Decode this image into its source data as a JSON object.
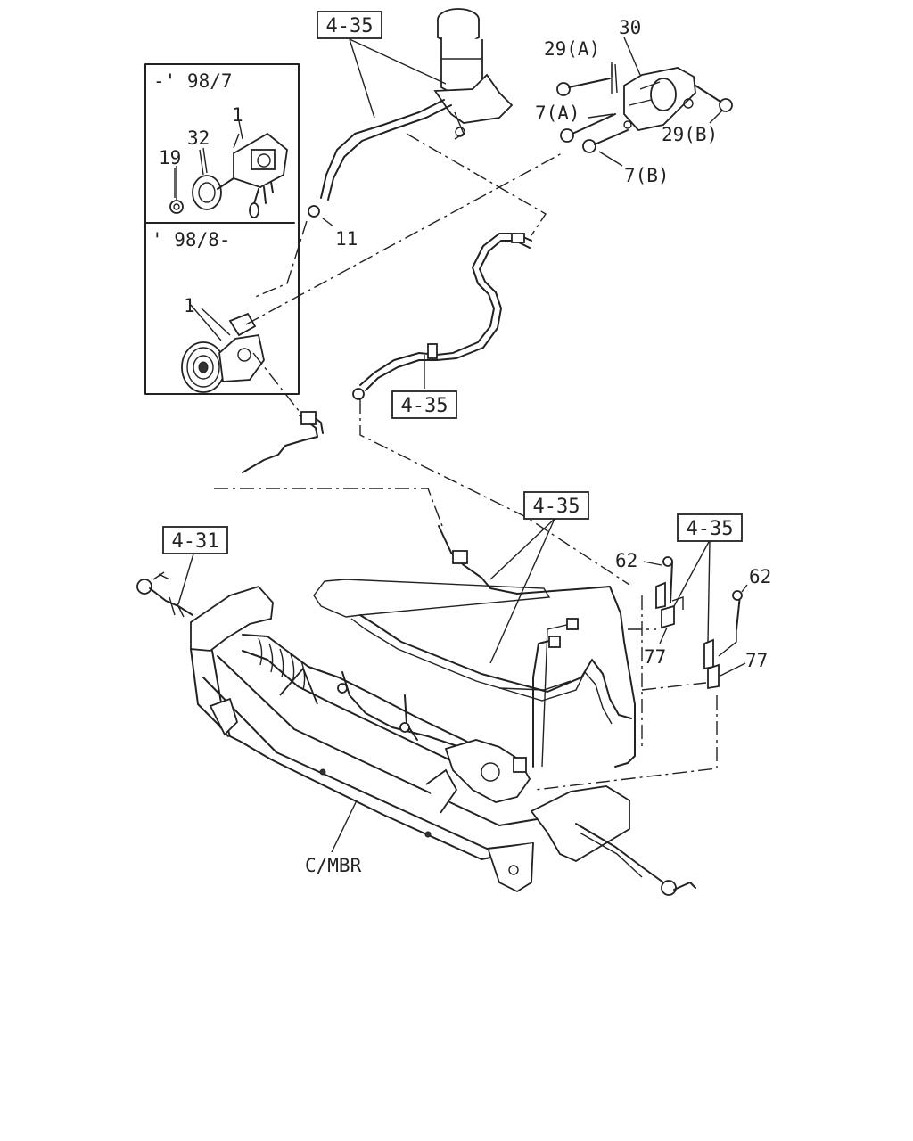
{
  "references": {
    "ref_top": "4-35",
    "ref_mid": "4-35",
    "ref_lower": "4-35",
    "ref_right": "4-35",
    "ref_left": "4-31"
  },
  "inset": {
    "upper_period": "-' 98/7",
    "lower_period": "' 98/8-"
  },
  "callouts": {
    "c1_upper": "1",
    "c32": "32",
    "c19": "19",
    "c1_lower": "1",
    "c11": "11",
    "c29a": "29(A)",
    "c30": "30",
    "c7a": "7(A)",
    "c29b": "29(B)",
    "c7b": "7(B)",
    "c62_left": "62",
    "c62_right": "62",
    "c77_left": "77",
    "c77_right": "77",
    "cmbr": "C/MBR"
  },
  "colors": {
    "line": "#222222",
    "background": "#ffffff"
  }
}
